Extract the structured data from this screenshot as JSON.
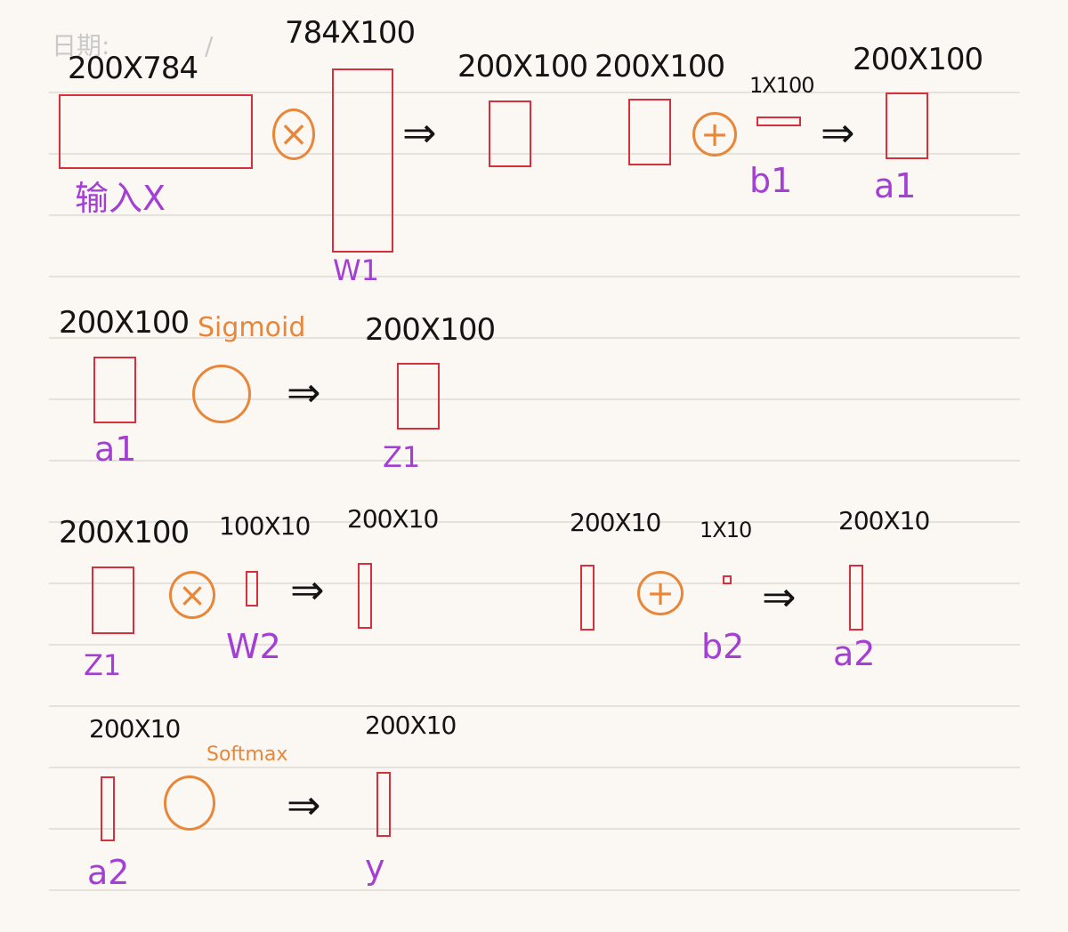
{
  "header": {
    "date_label": "日期:",
    "date_slash": "/"
  },
  "row1": {
    "x_dim": "200X784",
    "x_label": "输入X",
    "w1_dim": "784X100",
    "w1_label": "W1",
    "prod_dim": "200X100",
    "sum_in_dim": "200X100",
    "b1_dim": "1X100",
    "b1_label": "b1",
    "a1_dim": "200X100",
    "a1_label": "a1"
  },
  "row2": {
    "a1_dim": "200X100",
    "a1_label": "a1",
    "op_label": "Sigmoid",
    "z1_dim": "200X100",
    "z1_label": "Z1"
  },
  "row3": {
    "z1_dim": "200X100",
    "z1_label": "Z1",
    "w2_dim": "100X10",
    "w2_label": "W2",
    "prod_dim": "200X10",
    "sum_in_dim": "200X10",
    "b2_dim": "1X10",
    "b2_label": "b2",
    "a2_dim": "200X10",
    "a2_label": "a2"
  },
  "row4": {
    "a2_dim": "200X10",
    "a2_label": "a2",
    "op_label": "Softmax",
    "y_dim": "200X10",
    "y_label": "y"
  },
  "symbols": {
    "times": "×",
    "plus": "+",
    "arrow": "⇒"
  },
  "colors": {
    "paper": "#fbf8f3",
    "rule_line": "#dedad4",
    "matrix": "#d82e3d",
    "operator": "#e8863a",
    "variable_name": "#a43fd4",
    "dimension_text": "#141414"
  }
}
